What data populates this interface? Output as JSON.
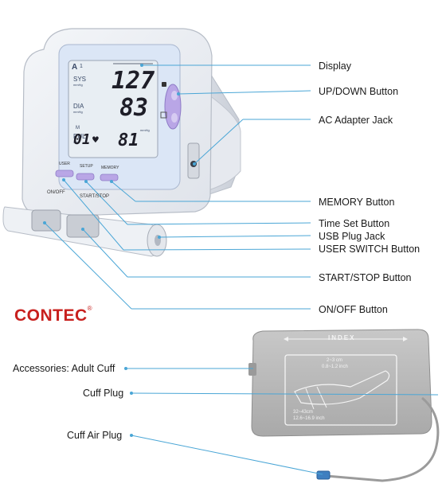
{
  "callouts": {
    "display": "Display",
    "up_down": "UP/DOWN Button",
    "ac_adapter": "AC Adapter Jack",
    "memory": "MEMORY Button",
    "time_set": "Time Set Button",
    "usb_plug": "USB Plug Jack",
    "user_switch": "USER SWITCH Button",
    "start_stop": "START/STOP Button",
    "on_off": "ON/OFF Button",
    "adult_cuff": "Accessories: Adult Cuff",
    "cuff_plug": "Cuff Plug",
    "cuff_air_plug": "Cuff Air Plug"
  },
  "brand": {
    "name": "CONTEC",
    "mark": "®"
  },
  "device": {
    "sys_label": "SYS",
    "sys_unit": "mmHg",
    "dia_label": "DIA",
    "dia_unit": "mmHg",
    "pul_label": "PUL",
    "pul_unit": "/min",
    "sys_value": "127",
    "dia_value": "83",
    "pul_value": "81",
    "memory_index": "01",
    "mem_mark": "M",
    "mmhg_small": "mmHg",
    "user_indicator": "A",
    "user_number": "1",
    "btn_user": "USER",
    "btn_setup": "SETUP",
    "btn_memory": "MEMORY",
    "btn_onoff": "ON/OFF",
    "btn_startstop": "START/STOP"
  },
  "cuff": {
    "index_label": "INDEX",
    "range_top": "2~3 cm",
    "range_top_in": "0.8~1.2 inch",
    "range_bottom": "32~43cm",
    "range_bottom_in": "12.6~16.9 inch"
  },
  "colors": {
    "lcd_bg": "#d9e4f4",
    "button_purple": "#b9a6e6",
    "brand_red": "#c8201e",
    "leader_line": "#4aa6d6"
  }
}
